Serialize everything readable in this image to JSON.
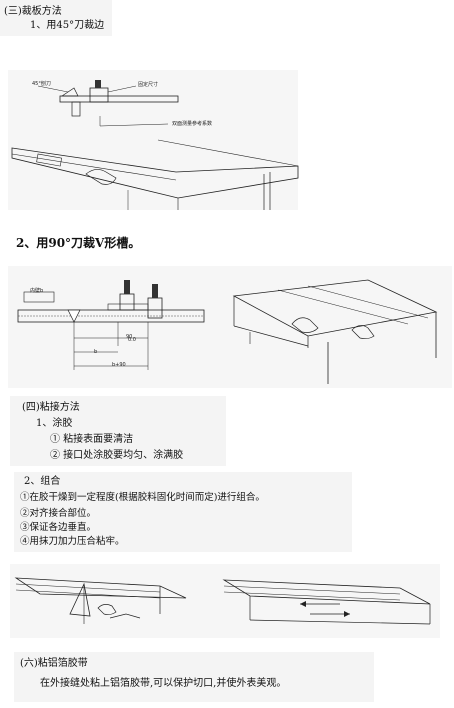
{
  "section3": {
    "title": "(三)裁板方法",
    "item1": "1、用45°刀裁边"
  },
  "fig1": {
    "label_blade": "45°刨刀",
    "label_fixed": "固定尺寸",
    "label_ref": "双面测量参考系数"
  },
  "section3b": {
    "item2": "2、用90°刀裁V形槽。"
  },
  "fig2": {
    "label_wall": "内壁b",
    "label_dim1": "90",
    "label_dim2": "b",
    "label_dim3": "b+90",
    "label_small": "0.0"
  },
  "section4": {
    "title": "(四)粘接方法",
    "sub1": "1、涂胶",
    "point1": "① 粘接表面要清洁",
    "point2": "② 接口处涂胶要均匀、涂满胶"
  },
  "section4b": {
    "sub2": "2、组合",
    "point1": "①在胶干燥到一定程度(根据胶料固化时间而定)进行组合。",
    "point2": "②对齐接合部位。",
    "point3": "③保证各边垂直。",
    "point4": "④用抹刀加力压合粘牢。"
  },
  "section6": {
    "title": "(六)粘铝箔胶带",
    "body": "在外接缝处粘上铝箔胶带,可以保护切口,并使外表美观。"
  }
}
